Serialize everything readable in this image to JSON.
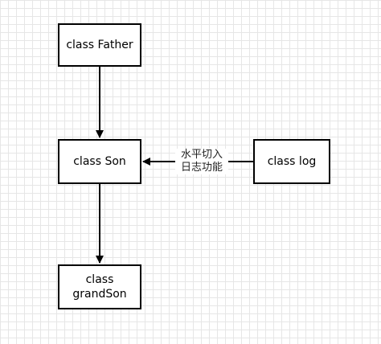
{
  "diagram": {
    "nodes": {
      "father": {
        "label": "class Father"
      },
      "son": {
        "label": "class Son"
      },
      "log": {
        "label": "class log"
      },
      "grandson": {
        "label": "class\ngrandSon"
      }
    },
    "edges": [
      {
        "from": "father",
        "to": "son",
        "label": ""
      },
      {
        "from": "son",
        "to": "grandson",
        "label": ""
      },
      {
        "from": "log",
        "to": "son",
        "label": "水平切入\n日志功能"
      }
    ],
    "colors": {
      "stroke": "#000000",
      "grid": "#e6e6e6"
    }
  }
}
